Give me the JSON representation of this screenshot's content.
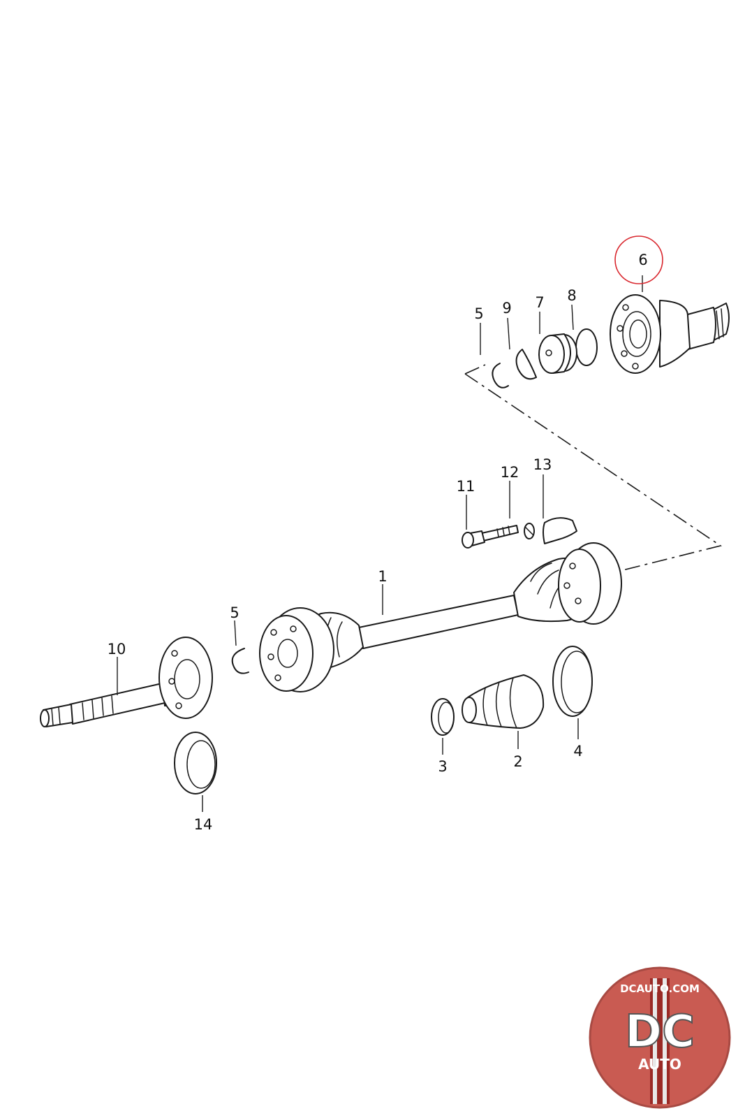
{
  "callouts": [
    {
      "id": "6",
      "label": "6",
      "highlighted": true
    },
    {
      "id": "5a",
      "label": "5"
    },
    {
      "id": "9",
      "label": "9"
    },
    {
      "id": "7",
      "label": "7"
    },
    {
      "id": "8",
      "label": "8"
    },
    {
      "id": "11",
      "label": "11"
    },
    {
      "id": "12",
      "label": "12"
    },
    {
      "id": "13",
      "label": "13"
    },
    {
      "id": "1",
      "label": "1"
    },
    {
      "id": "5b",
      "label": "5"
    },
    {
      "id": "10",
      "label": "10"
    },
    {
      "id": "3",
      "label": "3"
    },
    {
      "id": "2",
      "label": "2"
    },
    {
      "id": "4",
      "label": "4"
    },
    {
      "id": "14",
      "label": "14"
    }
  ],
  "logo": {
    "site": "DCAUTO.COM",
    "mark": "DC",
    "sub": "AUTO"
  },
  "colors": {
    "highlight": "#d9272e",
    "logo_bg": "#c95b52",
    "logo_stripe": "#9a2a26"
  }
}
